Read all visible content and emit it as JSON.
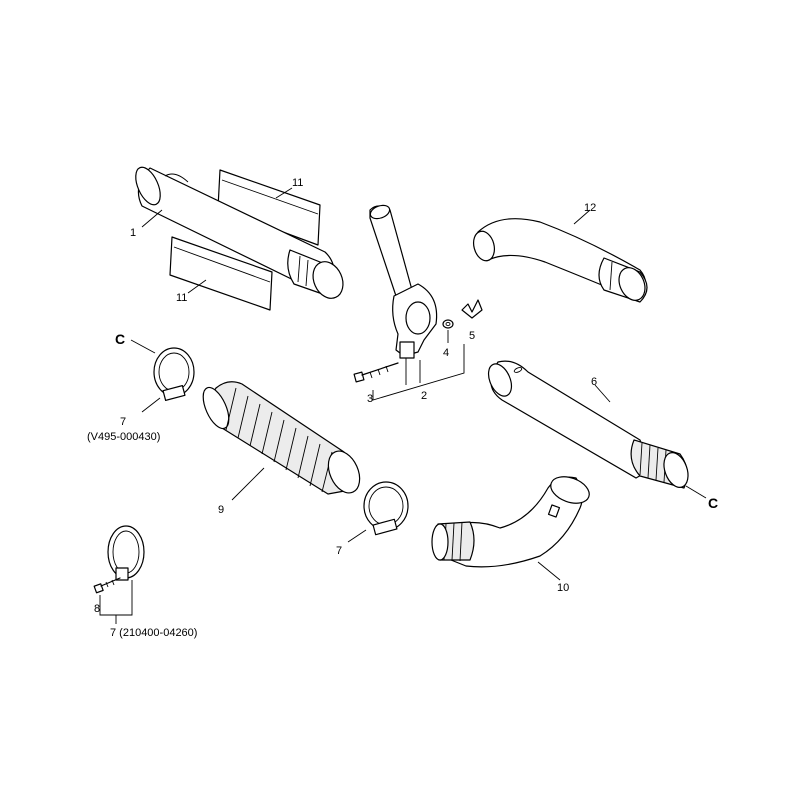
{
  "callouts": {
    "p1": "1",
    "p2": "2",
    "p3": "3",
    "p4": "4",
    "p5": "5",
    "p6": "6",
    "p7_a": "7",
    "p7_b": "7",
    "p7_c": "7 (210400-04260)",
    "p8": "8",
    "p9": "9",
    "p10": "10",
    "p11_a": "11",
    "p11_b": "11",
    "p12": "12"
  },
  "part_codes": {
    "clamp_7a": "(V495-000430)"
  },
  "ref_marks": {
    "c_left": "C",
    "c_right": "C"
  }
}
